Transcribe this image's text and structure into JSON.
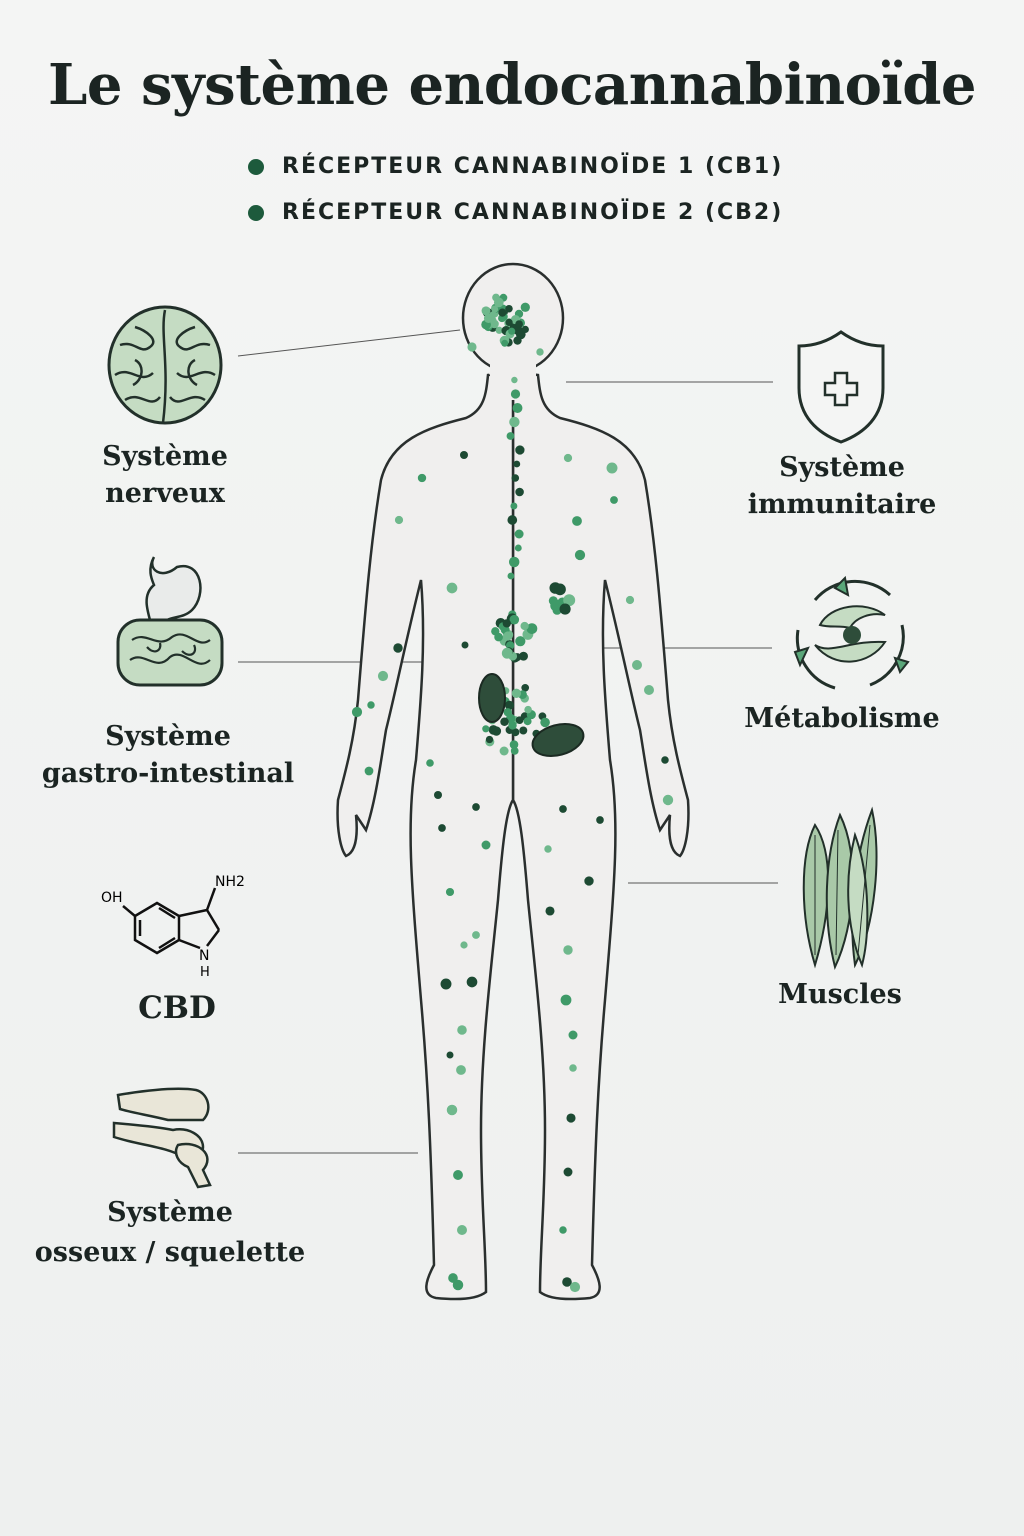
{
  "title": "Le système endocannabinoïde",
  "legend": [
    {
      "label": "RÉCEPTEUR CANNABINOÏDE 1 (CB1)",
      "color": "#1d5a3c"
    },
    {
      "label": "RÉCEPTEUR CANNABINOÏDE 2 (CB2)",
      "color": "#1d5a3c"
    }
  ],
  "systems": {
    "nerveux": {
      "line1": "Système",
      "line2": "nerveux"
    },
    "immunitaire": {
      "line1": "Système",
      "line2": "immunitaire"
    },
    "gastro": {
      "line1": "Système",
      "line2": "gastro-intestinal"
    },
    "metabolisme": {
      "line1": "Métabolisme"
    },
    "cbd": {
      "line1": "CBD",
      "oh": "OH",
      "nh2": "NH2",
      "nh": "N",
      "h": "H"
    },
    "muscles": {
      "line1": "Muscles"
    },
    "osseux": {
      "line1": "Système",
      "line2": "osseux / squelette"
    }
  },
  "colors": {
    "dark_green": "#1d4a33",
    "mid_green": "#3f9a68",
    "light_green": "#c5dcc3",
    "outline": "#2a2f2e"
  }
}
